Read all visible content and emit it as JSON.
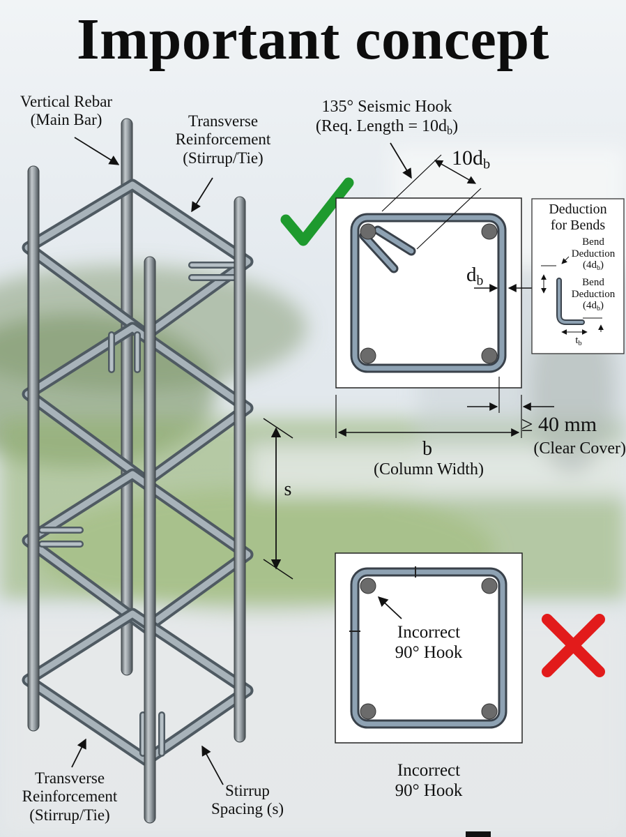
{
  "title": "Important concept",
  "colors": {
    "check": "#1e9a2e",
    "cross": "#e21b1b",
    "rebar": "#8b9499",
    "stirrup": "#6c7c88",
    "ink": "#111111"
  },
  "icons": {
    "check": "check-mark-icon",
    "cross": "cross-mark-icon"
  },
  "column_labels": {
    "vertical_rebar": [
      "Vertical Rebar",
      "(Main Bar)"
    ],
    "transverse_top": [
      "Transverse",
      "Reinforcement",
      "(Stirrup/Tie)"
    ],
    "transverse_bottom": [
      "Transverse",
      "Reinforcement",
      "(Stirrup/Tie)"
    ],
    "stirrup_spacing": [
      "Stirrup",
      "Spacing (s)"
    ],
    "s_symbol": "s"
  },
  "correct_section": {
    "hook_title": [
      "135° Seismic Hook",
      "(Req. Length = 10d",
      "b",
      ")"
    ],
    "ten_db": [
      "10d",
      "b"
    ],
    "db": [
      "d",
      "b"
    ],
    "width_symbol": "b",
    "width_caption": "(Column Width)",
    "cover_value": "≥ 40 mm",
    "cover_caption": "(Clear Cover)"
  },
  "deduction_box": {
    "title": [
      "Deduction",
      "for Bends"
    ],
    "bend1": [
      "Bend",
      "Deduction",
      "(4d",
      "b",
      ")"
    ],
    "bend2": [
      "Bend",
      "Deduction",
      "(4d",
      "b",
      ")"
    ],
    "tb": [
      "t",
      "b"
    ]
  },
  "incorrect_section": {
    "inner_label": [
      "Incorrect",
      "90° Hook"
    ],
    "caption": [
      "Incorrect",
      "90° Hook"
    ]
  }
}
